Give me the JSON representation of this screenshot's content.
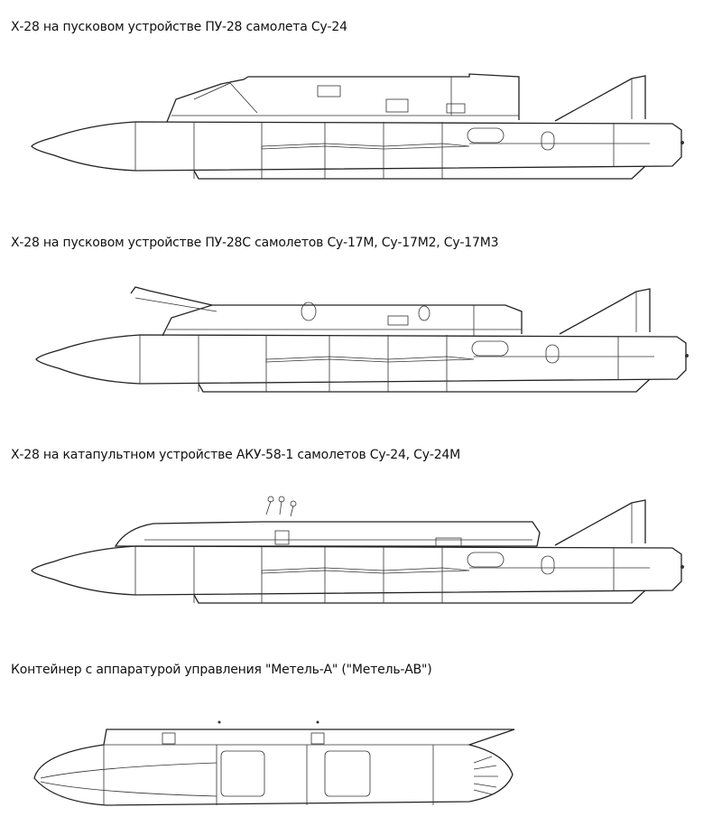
{
  "captions": [
    "Х-28 на пусковом устройстве ПУ-28 самолета Су-24",
    "Х-28 на пусковом устройстве ПУ-28С самолетов Су-17М, Су-17М2, Су-17М3",
    "Х-28 на катапультном устройстве АКУ-58-1 самолетов Су-24, Су-24М",
    "Контейнер с аппаратурой управления \"Метель-А\" (\"Метель-АВ\")"
  ]
}
